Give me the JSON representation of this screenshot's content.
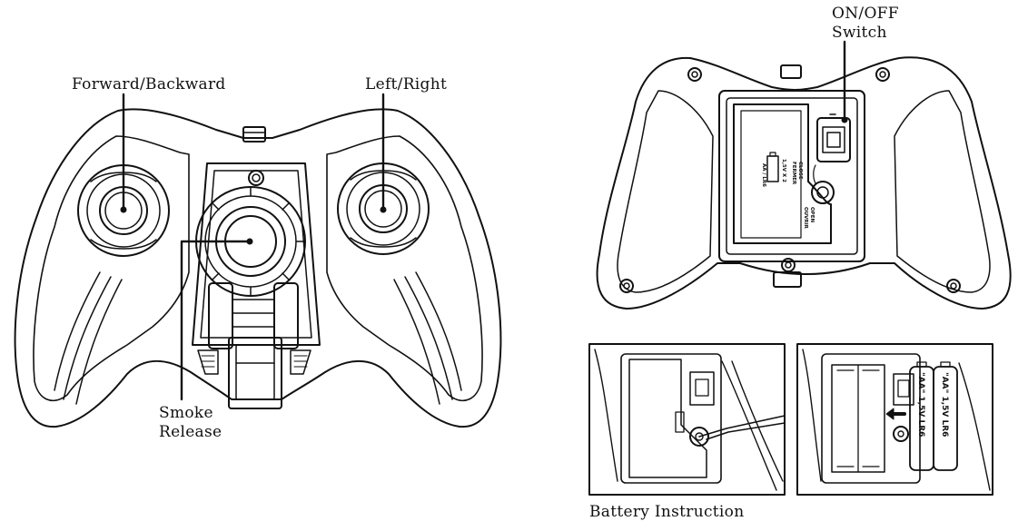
{
  "labels": {
    "forward_backward": "Forward/Backward",
    "left_right": "Left/Right",
    "smoke_line1": "Smoke",
    "smoke_line2": "Release",
    "onoff_line1": "ON/OFF",
    "onoff_line2": "Switch",
    "battery_instruction": "Battery Instruction"
  },
  "compartment": {
    "close_line1": "CLOSE",
    "close_line2": "FERMER",
    "open_line1": "OPEN",
    "open_line2": "OUVRIR",
    "voltage": "1,5V X 2",
    "battery_type": "AA / LR6"
  },
  "batteries": {
    "battery1": "\"AA\" 1,5V LR6",
    "battery2": "\"AA\" 1,5V LR6"
  },
  "colors": {
    "line": "#111111",
    "background": "#ffffff"
  }
}
